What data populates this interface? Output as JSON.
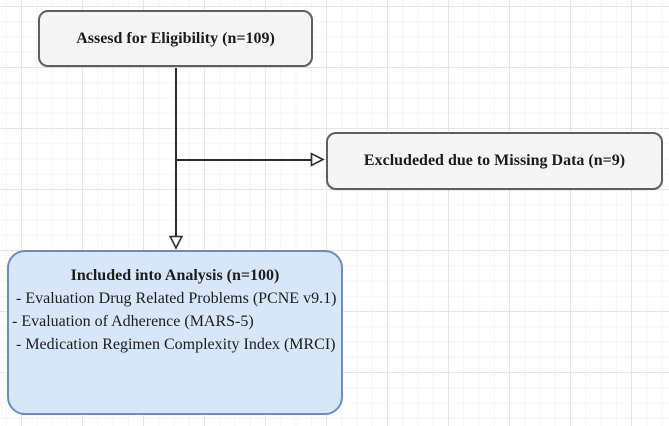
{
  "diagram": {
    "type": "flowchart",
    "canvas": "grid-canvas",
    "nodes": {
      "eligibility": {
        "label": "Assesd for Eligibility (n=109)"
      },
      "excluded": {
        "label": "Excludeded due to Missing Data (n=9)"
      },
      "analysis": {
        "title": "Included into Analysis (n=100)",
        "items": [
          " - Evaluation Drug Related Problems (PCNE v9.1)",
          "- Evaluation of Adherence (MARS-5)",
          " - Medication Regimen Complexity Index (MRCI)"
        ]
      }
    },
    "edges": [
      {
        "from": "eligibility",
        "to": "analysis",
        "style": "open-triangle-arrow"
      },
      {
        "from": "eligibility",
        "to": "excluded",
        "style": "open-triangle-arrow"
      }
    ],
    "colors": {
      "node_fill": "#f5f5f5",
      "node_border": "#5f5f5f",
      "analysis_fill": "#d7e7f9",
      "analysis_border": "#6c8ebf",
      "arrow_stroke": "#2d2d2d",
      "grid_major": "#e5e5e5",
      "grid_minor": "#f4f4f4",
      "text": "#1c1c1c"
    }
  }
}
